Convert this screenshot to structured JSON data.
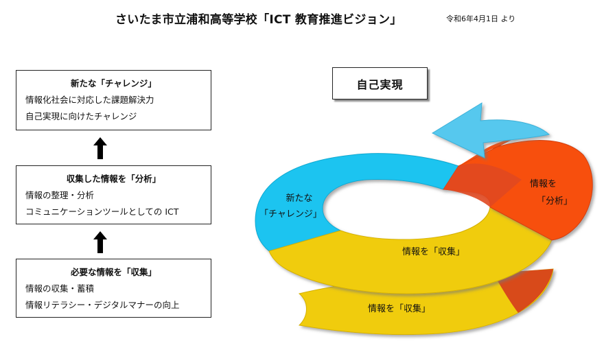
{
  "title": {
    "main": "さいたま市立浦和高等学校「ICT 教育推進ビジョン」",
    "date": "令和6年4月1日 より"
  },
  "steps": [
    {
      "heading": "新たな「チャレンジ」",
      "lines": [
        "情報化社会に対応した課題解決力",
        "自己実現に向けたチャレンジ"
      ]
    },
    {
      "heading": "収集した情報を「分析」",
      "lines": [
        "情報の整理・分析",
        "コミュニケーションツールとしての ICT"
      ]
    },
    {
      "heading": "必要な情報を「収集」",
      "lines": [
        "情報の収集・蓄積",
        "情報リテラシー・デジタルマナーの向上"
      ]
    }
  ],
  "goal": "自己実現",
  "spiral_labels": {
    "challenge_line1": "新たな",
    "challenge_line2": "「チャレンジ」",
    "analysis_line1": "情報を",
    "analysis_line2": "「分析」",
    "collect_upper": "情報を「収集」",
    "collect_lower": "情報を「収集」"
  },
  "colors": {
    "challenge": "#1cc4f0",
    "collect": "#f0cc0c",
    "analysis": "#f75010",
    "arrow_head": "#56c8ee"
  }
}
